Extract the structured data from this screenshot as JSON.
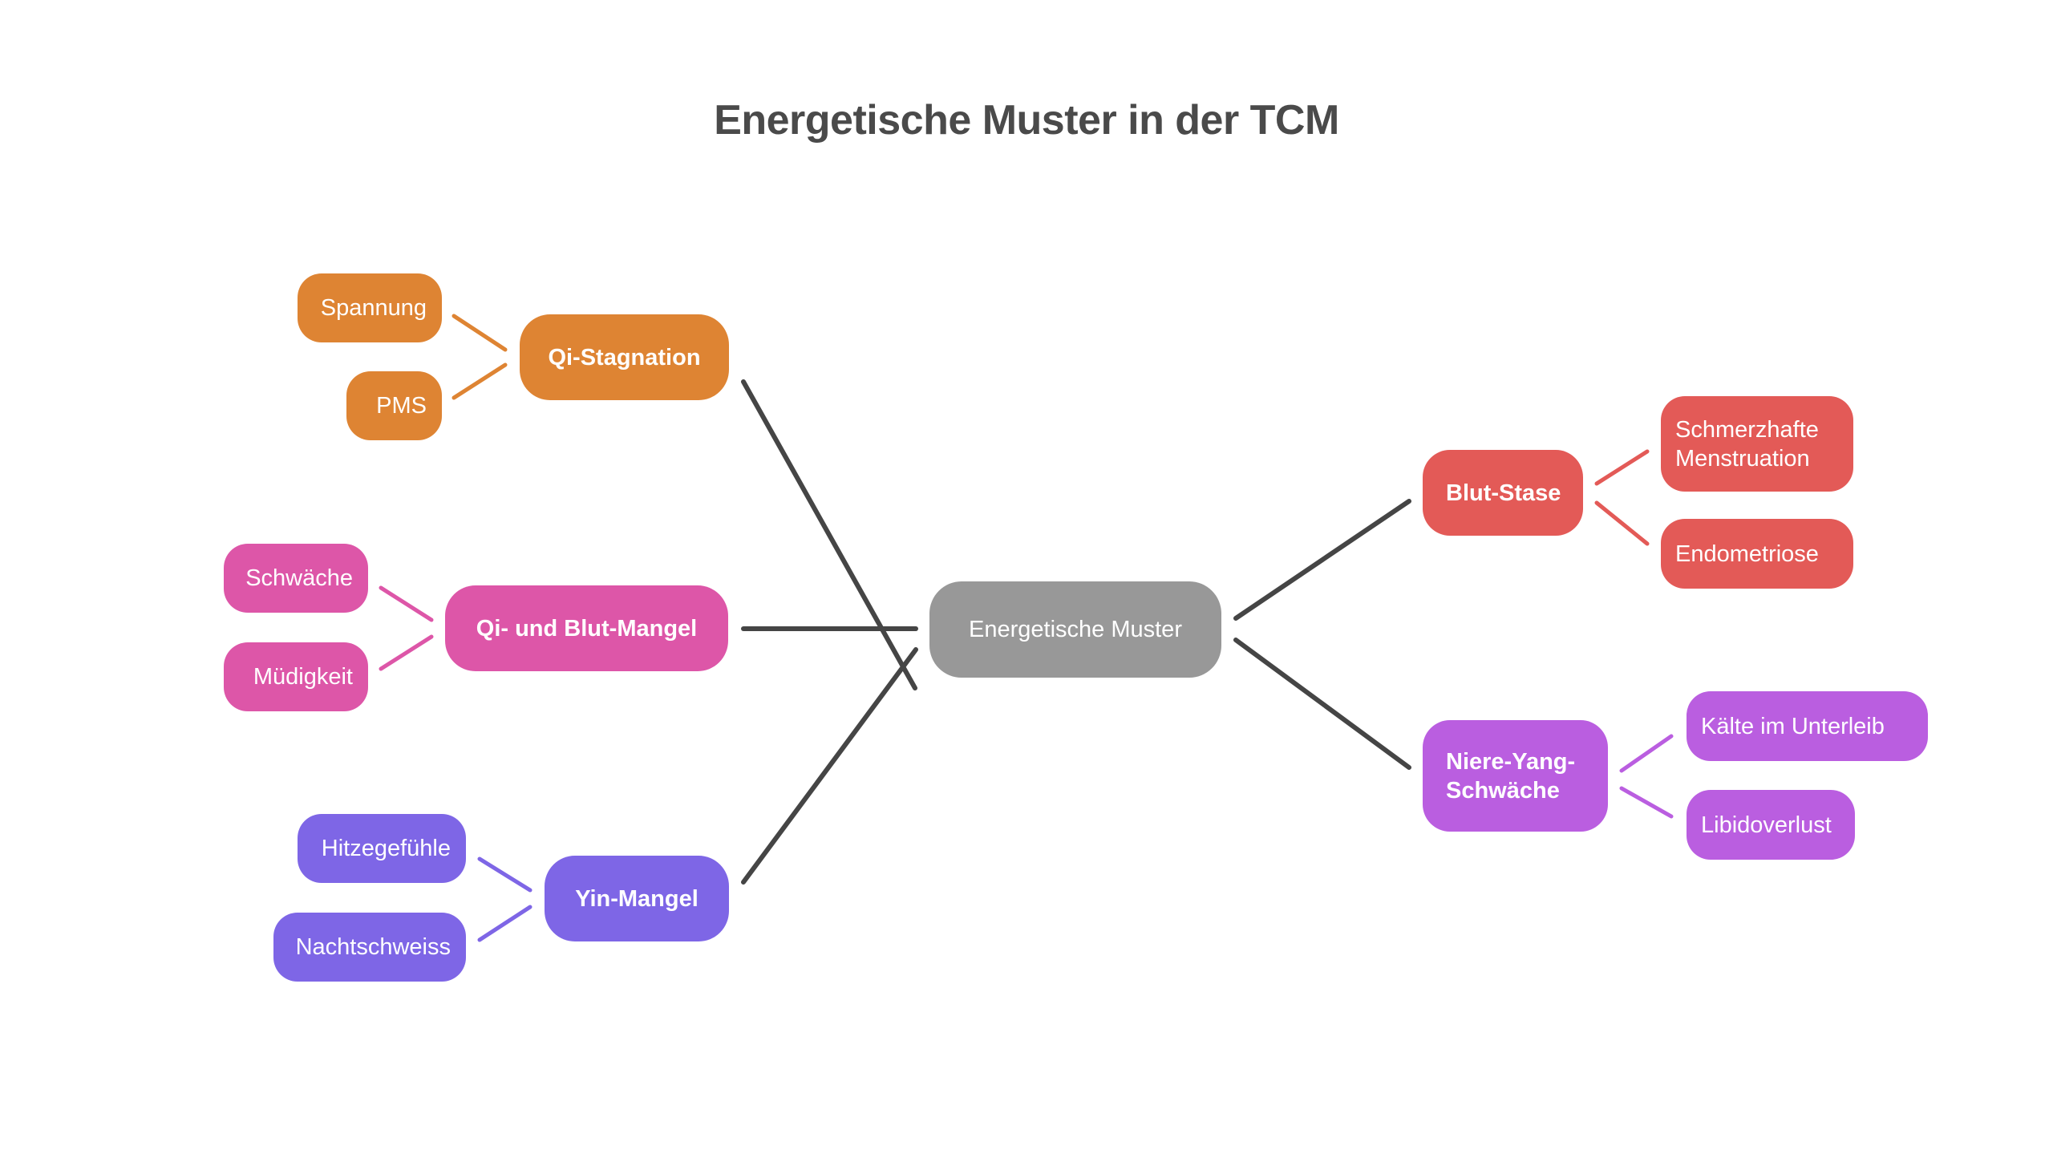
{
  "title": "Energetische Muster in der TCM",
  "colors": {
    "center": "#989898",
    "line": "#454545",
    "qi_stagnation": "#DE8433",
    "qi_blut_mangel": "#DD56A8",
    "yin_mangel": "#7E66E6",
    "blut_stase": "#E35A57",
    "niere_yang": "#BA5EE0"
  },
  "center": {
    "label": "Energetische Muster"
  },
  "branches": [
    {
      "id": "qi_stagnation",
      "label": "Qi-Stagnation",
      "side": "left",
      "color": "#DE8433",
      "children": [
        {
          "label": "Spannung"
        },
        {
          "label": "PMS"
        }
      ]
    },
    {
      "id": "qi_blut_mangel",
      "label": "Qi- und Blut-Mangel",
      "side": "left",
      "color": "#DD56A8",
      "children": [
        {
          "label": "Schwäche"
        },
        {
          "label": "Müdigkeit"
        }
      ]
    },
    {
      "id": "yin_mangel",
      "label": "Yin-Mangel",
      "side": "left",
      "color": "#7E66E6",
      "children": [
        {
          "label": "Hitzegefühle"
        },
        {
          "label": "Nachtschweiss"
        }
      ]
    },
    {
      "id": "blut_stase",
      "label": "Blut-Stase",
      "side": "right",
      "color": "#E35A57",
      "children": [
        {
          "label": "Schmerzhafte\nMenstruation"
        },
        {
          "label": "Endometriose"
        }
      ]
    },
    {
      "id": "niere_yang",
      "label": "Niere-Yang-\nSchwäche",
      "side": "right",
      "color": "#BA5EE0",
      "children": [
        {
          "label": "Kälte im Unterleib"
        },
        {
          "label": "Libidoverlust"
        }
      ]
    }
  ]
}
